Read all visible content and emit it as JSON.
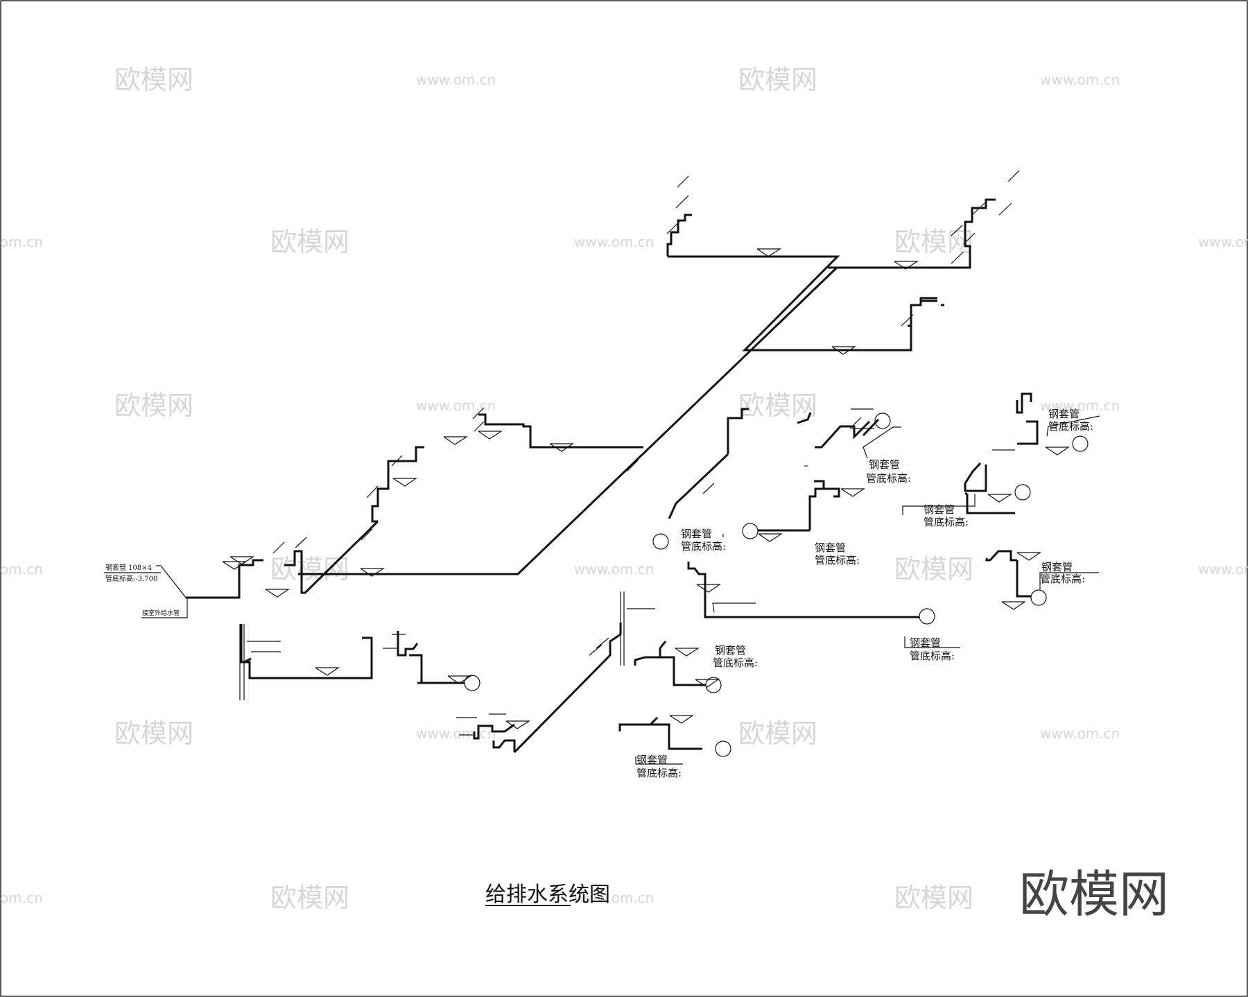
{
  "diagram": {
    "title": "给排水系统图",
    "sleeve_label": "钢套管",
    "pipe_bottom_label": "管底标高:",
    "supply_spec": "钢套管 108×4",
    "supply_elevation": "管底标高:-3.700",
    "supply_note": "接室外给水管"
  },
  "watermark": {
    "brand": "欧模网",
    "site": "www.om.cn",
    "site_short": "om.cn",
    "corner_brand": "欧模网"
  }
}
